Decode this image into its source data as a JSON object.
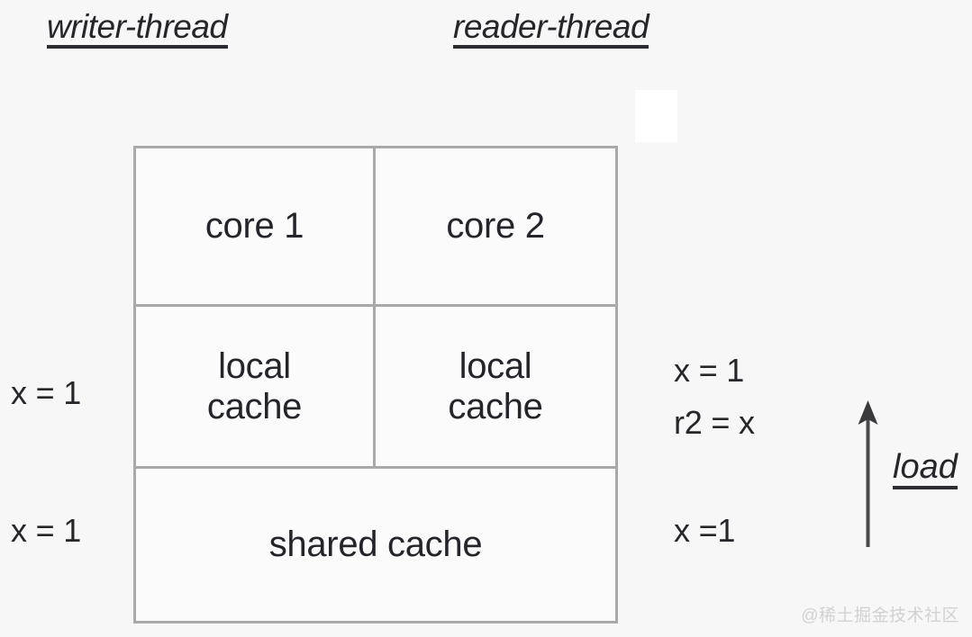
{
  "headings": {
    "writer_thread": "writer-thread",
    "reader_thread": "reader-thread"
  },
  "diagram": {
    "rows": {
      "cores": [
        {
          "label": "core 1"
        },
        {
          "label": "core 2"
        }
      ],
      "local_caches": [
        {
          "label": "local\ncache"
        },
        {
          "label": "local\ncache"
        }
      ],
      "shared": {
        "label": "shared cache"
      }
    }
  },
  "annotations": {
    "writer_local": "x = 1",
    "writer_shared": "x = 1",
    "reader_local": "x = 1\nr2 = x",
    "reader_shared": "x =1"
  },
  "arrow": {
    "direction": "up",
    "label": "load"
  },
  "watermark": "@稀土掘金技术社区",
  "colors": {
    "background": "#f7f7f7",
    "box_fill": "#fbfbfb",
    "border": "#a9a9a9",
    "text": "#25262a",
    "watermark": "#d2d2d2"
  }
}
